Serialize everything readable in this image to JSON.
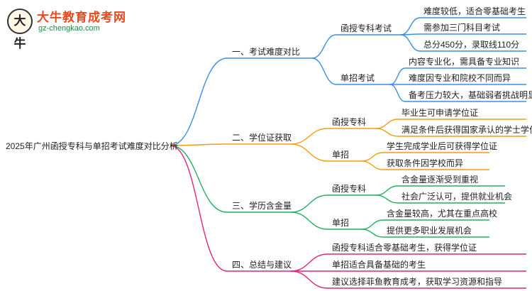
{
  "logo": {
    "badge_text": "大牛",
    "title": "大牛教育成考网",
    "url": "gz-chengkao.com"
  },
  "colors": {
    "branch1": "#3a8ee6",
    "branch2": "#f39c12",
    "branch3": "#27ae60",
    "branch4": "#e0257a"
  },
  "mindmap": {
    "root": "2025年广州函授专科与单招考试难度对比分析",
    "branches": [
      {
        "label": "一、考试难度对比",
        "subs": [
          {
            "label": "函授专科考试",
            "leaves": [
              "难度较低，适合零基础考生",
              "需参加三门科目考试",
              "总分450分，录取线110分"
            ]
          },
          {
            "label": "单招考试",
            "leaves": [
              "内容专业化，需具备专业知识",
              "难度因专业和院校不同而异",
              "备考压力较大，基础弱者挑战明显"
            ]
          }
        ]
      },
      {
        "label": "二、学位证获取",
        "subs": [
          {
            "label": "函授专科",
            "leaves": [
              "毕业生可申请学位证",
              "满足条件后获得国家承认的学士学位"
            ]
          },
          {
            "label": "单招",
            "leaves": [
              "学生完成学业后可获得学位证",
              "获取条件因学校而异"
            ]
          }
        ]
      },
      {
        "label": "三、学历含金量",
        "subs": [
          {
            "label": "函授专科",
            "leaves": [
              "含金量逐渐受到重视",
              "社会广泛认可，提供就业机会"
            ]
          },
          {
            "label": "单招",
            "leaves": [
              "含金量较高，尤其在重点高校",
              "提供更多职业发展机会"
            ]
          }
        ]
      },
      {
        "label": "四、总结与建议",
        "leaves": [
          "函授专科适合零基础考生，获得学位证",
          "单招适合具备基础的考生",
          "建议选择菲鱼教育成考，获取学习资源和指导"
        ]
      }
    ]
  }
}
